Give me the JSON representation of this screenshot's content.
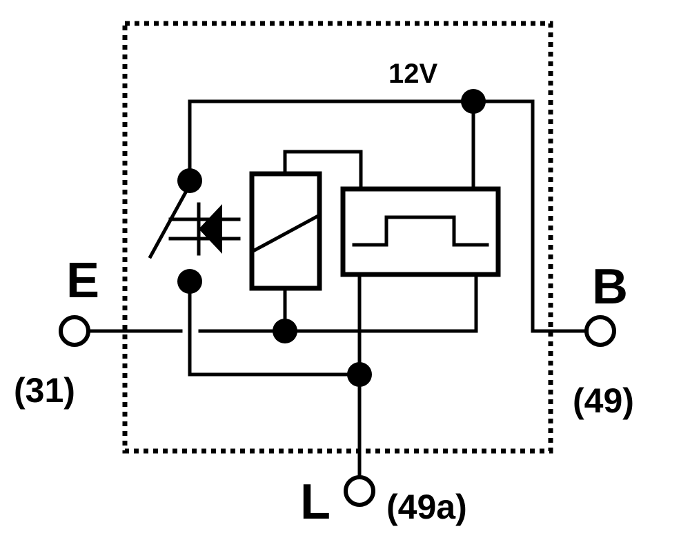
{
  "diagram": {
    "supply_label": "12V",
    "terminals": {
      "e": {
        "letter": "E",
        "code": "(31)"
      },
      "b": {
        "letter": "B",
        "code": "(49)"
      },
      "l": {
        "letter": "L",
        "code": "(49a)"
      }
    }
  }
}
